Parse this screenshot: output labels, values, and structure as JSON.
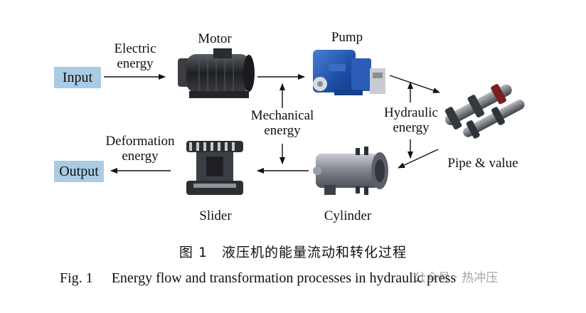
{
  "nodes": {
    "input": "Input",
    "output": "Output",
    "motor": "Motor",
    "pump": "Pump",
    "pipe_valve": "Pipe & value",
    "cylinder": "Cylinder",
    "slider": "Slider"
  },
  "energy_labels": {
    "electric_line1": "Electric",
    "electric_line2": "energy",
    "mechanical_line1": "Mechanical",
    "mechanical_line2": "energy",
    "hydraulic_line1": "Hydraulic",
    "hydraulic_line2": "energy",
    "deformation_line1": "Deformation",
    "deformation_line2": "energy"
  },
  "caption": {
    "cn": "图 1　液压机的能量流动和转化过程",
    "en_fig": "Fig. 1",
    "en_text": "Energy flow and transformation processes in hydraulic press"
  },
  "watermark": "公众号 · 热冲压",
  "colors": {
    "io_box": "#a9cbe3",
    "pump_blue": "#1f4fa8",
    "motor_dark": "#2b2d30"
  }
}
